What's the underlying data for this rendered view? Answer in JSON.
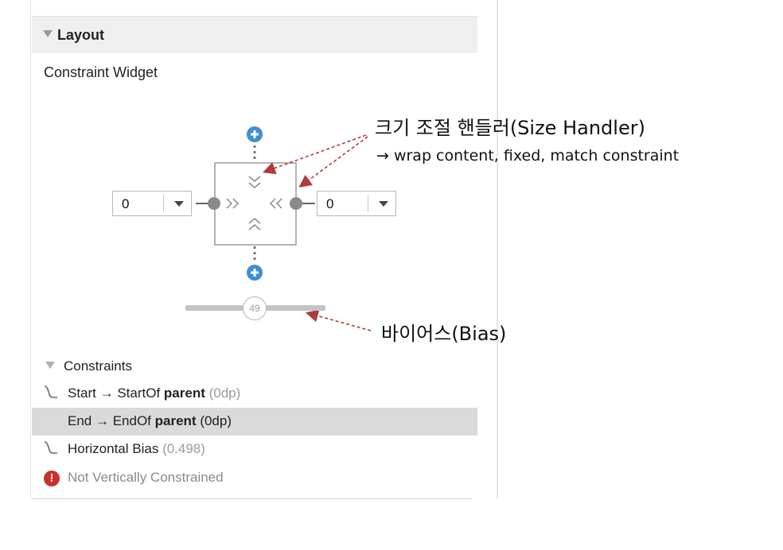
{
  "panel": {
    "section_title": "Layout",
    "widget_name": "Constraint Widget"
  },
  "inspector": {
    "left_margin_value": "0",
    "right_margin_value": "0",
    "bias_value": "49"
  },
  "annotations": {
    "size_handler_title": "크기 조절 핸들러(Size Handler)",
    "size_handler_desc": "→ wrap content, fixed, match constraint",
    "bias_title": "바이어스(Bias)"
  },
  "constraints": {
    "label": "Constraints",
    "rows": [
      {
        "prefix": "Start → StartOf ",
        "target": "parent",
        "suffix": " (0dp)",
        "selected": false
      },
      {
        "prefix": "End → EndOf ",
        "target": "parent",
        "suffix": " (0dp)",
        "selected": true
      },
      {
        "prefix": "Horizontal Bias ",
        "target": "",
        "suffix": " (0.498)",
        "selected": false
      }
    ],
    "warning": "Not Vertically Constrained"
  },
  "colors": {
    "add_button": "#3f8fcf",
    "arrow": "#b03a3a",
    "error": "#c9302c",
    "selected_row": "#dadada"
  }
}
